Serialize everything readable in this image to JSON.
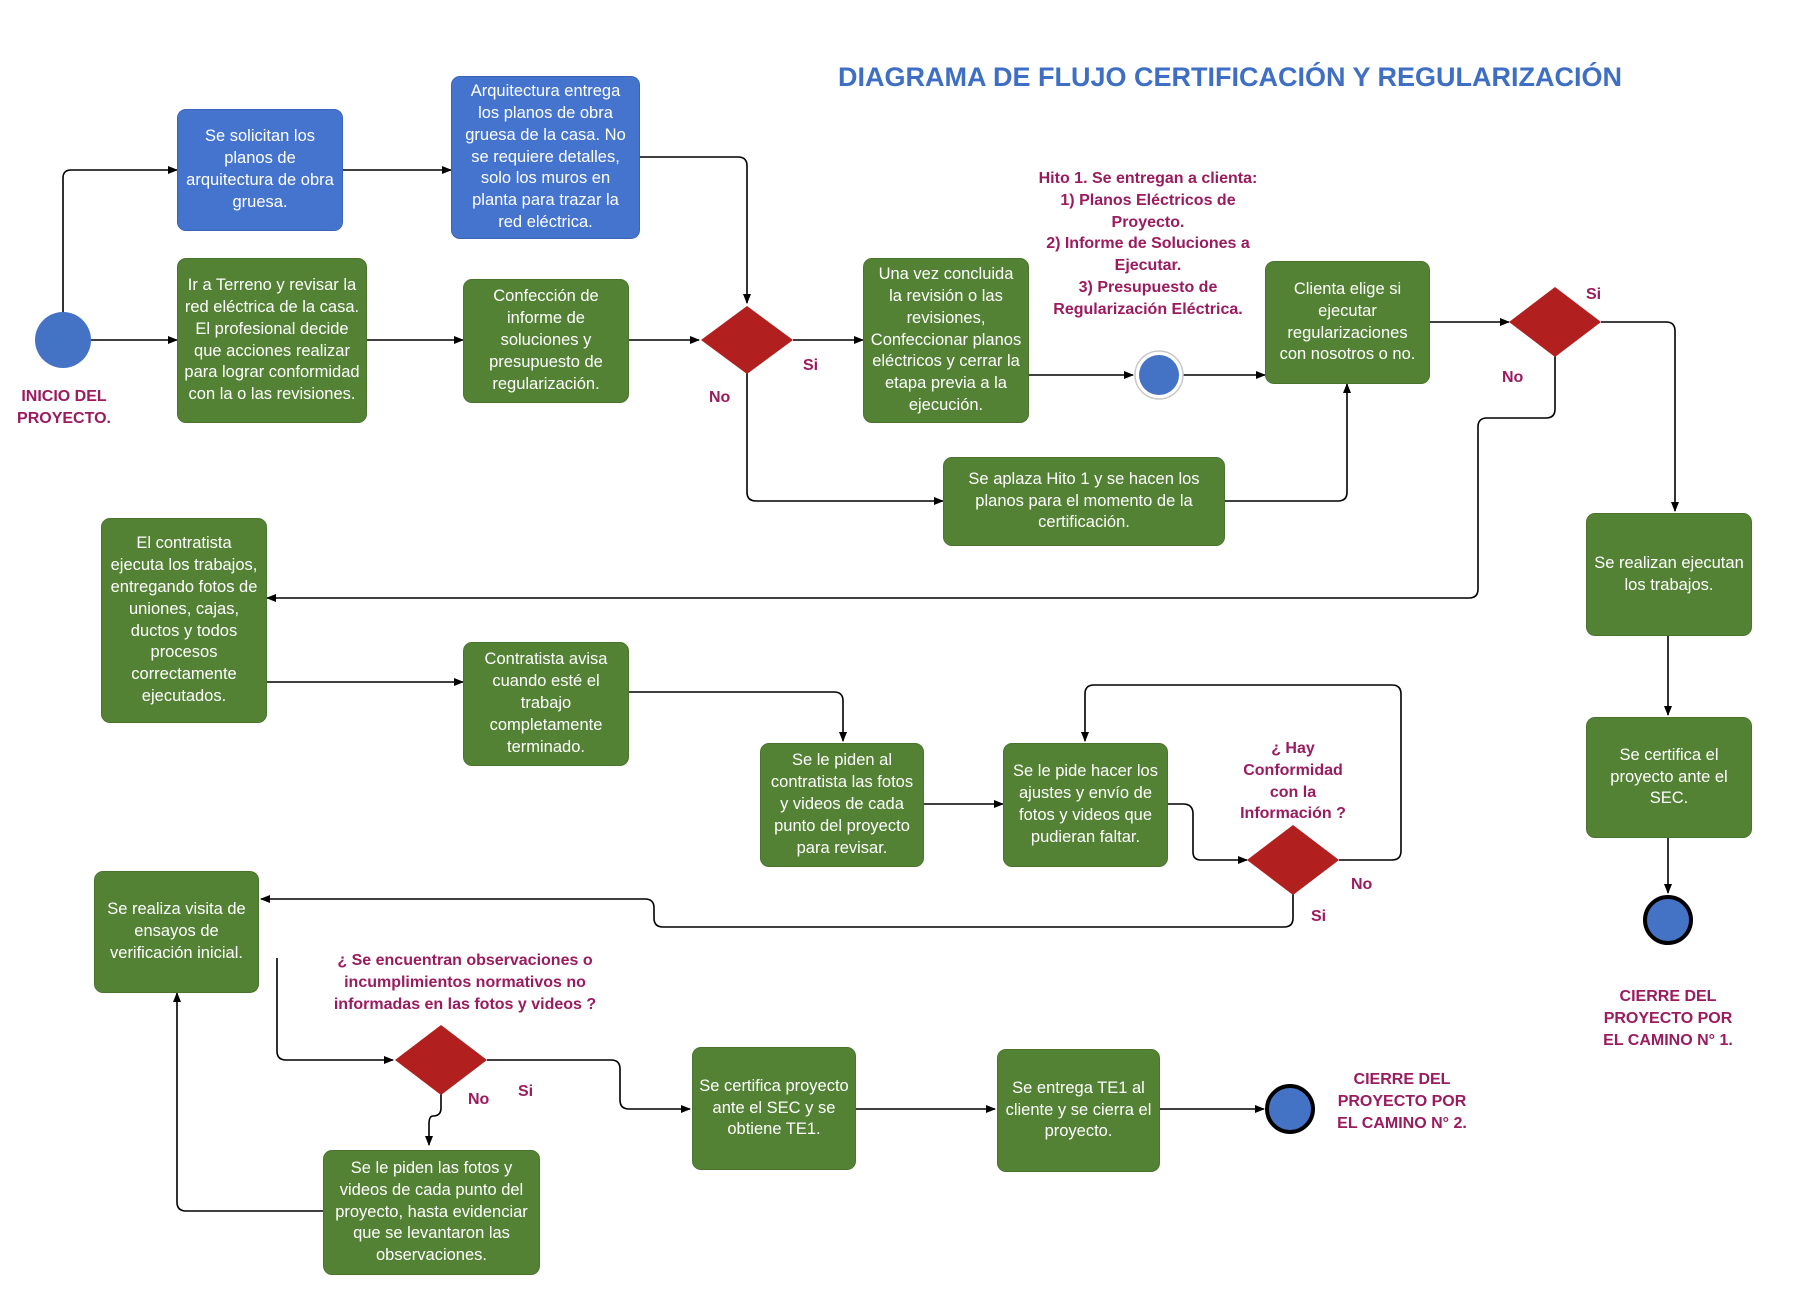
{
  "title": "DIAGRAMA DE FLUJO CERTIFICACIÓN Y REGULARIZACIÓN",
  "colors": {
    "node_blue": "#4574cf",
    "node_green": "#548235",
    "decision": "#b21f1f",
    "label": "#9a1b5e",
    "title": "#3f6fc4",
    "circle": "#4472c4"
  },
  "labels": {
    "inicio": "INICIO DEL PROYECTO.",
    "hito": [
      "Hito 1. Se entregan a clienta:",
      "1) Planos Eléctricos de Proyecto.",
      "2) Informe de Soluciones a Ejecutar.",
      "3) Presupuesto de Regularización Eléctrica."
    ],
    "conformidad": "¿ Hay Conformidad con la Información ?",
    "observaciones": "¿ Se encuentran observaciones o incumplimientos normativos no informadas en las fotos y videos ?",
    "cierre1": "CIERRE DEL PROYECTO POR EL CAMINO N° 1.",
    "cierre2": "CIERRE DEL PROYECTO POR EL CAMINO N° 2."
  },
  "answers": {
    "si": "Si",
    "no": "No"
  },
  "boxes": {
    "solicitan": "Se solicitan los planos de arquitectura de obra gruesa.",
    "arquitectura": "Arquitectura entrega los planos de obra gruesa de la casa. No se requiere detalles, solo los muros en planta para trazar la red eléctrica.",
    "terreno": "Ir a Terreno y revisar la red eléctrica de la casa. El profesional decide que acciones realizar para lograr conformidad con la o las revisiones.",
    "confeccion": "Confección de informe de soluciones y presupuesto de regularización.",
    "concluida": "Una vez concluida la revisión o las revisiones, Confeccionar planos eléctricos y cerrar la etapa previa a la ejecución.",
    "clienta": "Clienta elige si ejecutar regularizaciones con nosotros o no.",
    "aplaza": "Se aplaza Hito 1 y se hacen los planos para el momento de la certificación.",
    "realizan": "Se realizan ejecutan los trabajos.",
    "certifica_sec": "Se certifica el proyecto ante el SEC.",
    "contratista_ejecuta": "El contratista ejecuta los trabajos, entregando fotos de uniones, cajas, ductos y todos procesos correctamente ejecutados.",
    "contratista_avisa": "Contratista avisa cuando esté el trabajo completamente terminado.",
    "piden_fotos": "Se le piden al contratista las fotos y videos de cada punto del proyecto para revisar.",
    "ajustes": "Se le pide hacer los ajustes y envío de fotos y videos que pudieran faltar.",
    "visita": "Se realiza visita de ensayos de verificación inicial.",
    "piden_fotos2": "Se le piden las fotos y videos de cada punto del proyecto, hasta evidenciar que se levantaron las observaciones.",
    "certifica_te1": "Se certifica proyecto ante el SEC y se obtiene TE1.",
    "entrega_te1": "Se entrega TE1 al cliente y se cierra el proyecto."
  }
}
